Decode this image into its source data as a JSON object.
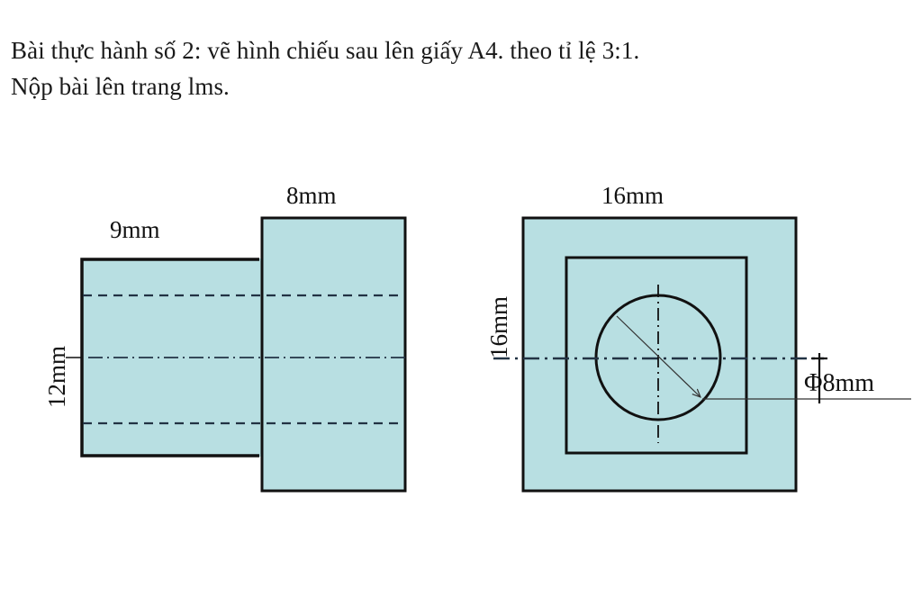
{
  "instructions": {
    "line1": "Bài thực hành số 2: vẽ hình chiếu sau lên giấy A4. theo tỉ lệ 3:1.",
    "line2": "Nộp bài lên trang lms."
  },
  "colors": {
    "fill": "#b8dfe2",
    "stroke": "#111111",
    "background": "#ffffff"
  },
  "front_view": {
    "dimensions": {
      "shaft_length": "9mm",
      "head_length": "8mm",
      "shaft_diameter": "12mm"
    }
  },
  "side_view": {
    "dimensions": {
      "width": "16mm",
      "height": "16mm",
      "hole_diameter": "Φ8mm"
    }
  }
}
